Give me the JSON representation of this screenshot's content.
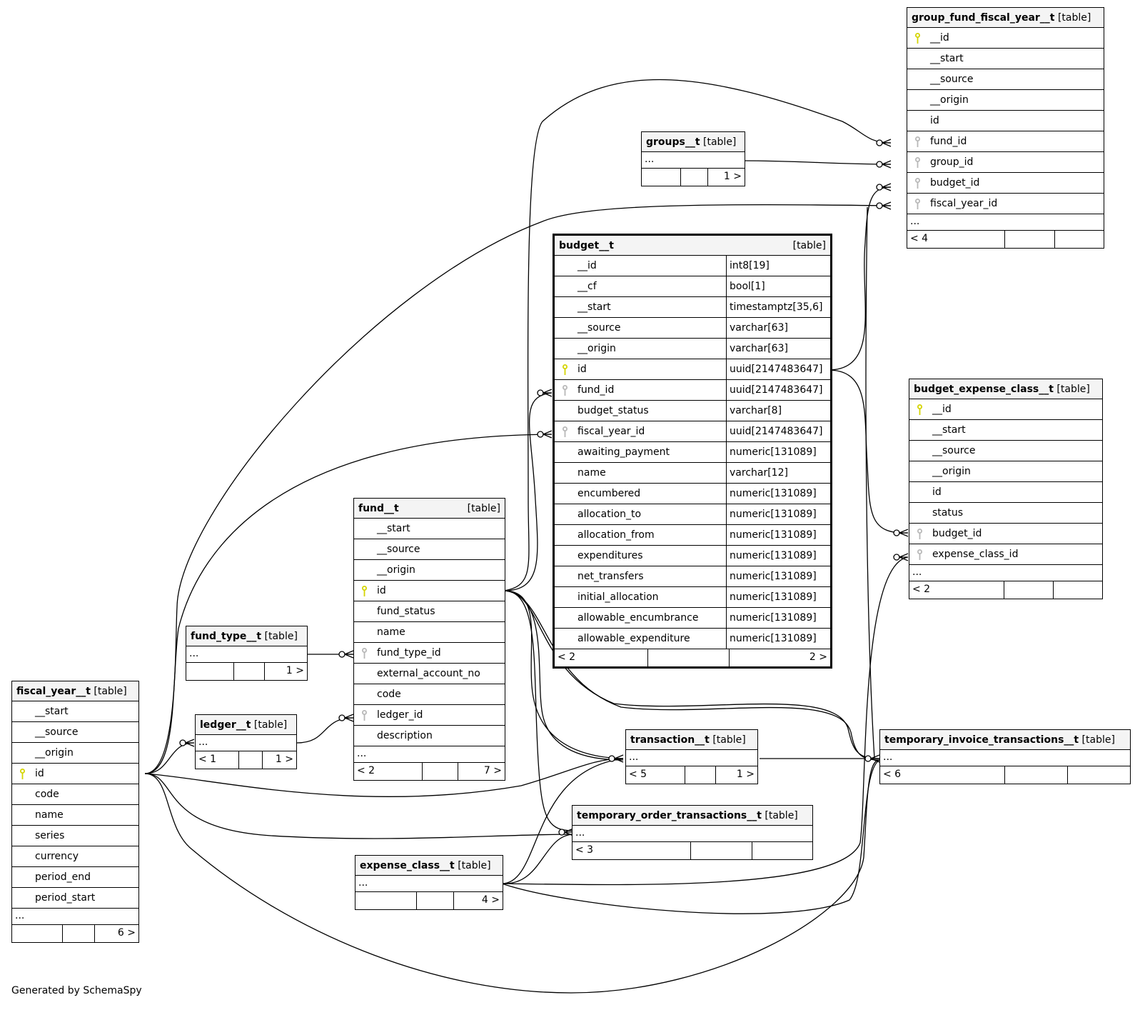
{
  "footer": "Generated by SchemaSpy",
  "table_suffix": "[table]",
  "colors": {
    "pk_key": "#d4d400",
    "fk_key": "#b8b8b8",
    "header_bg": "#f4f4f4"
  },
  "tables": {
    "group_fund_fiscal_year": {
      "name": "group_fund_fiscal_year__t",
      "columns": [
        {
          "name": "__id",
          "key": "pk"
        },
        {
          "name": "__start",
          "key": ""
        },
        {
          "name": "__source",
          "key": ""
        },
        {
          "name": "__origin",
          "key": ""
        },
        {
          "name": "id",
          "key": ""
        },
        {
          "name": "fund_id",
          "key": "fk"
        },
        {
          "name": "group_id",
          "key": "fk"
        },
        {
          "name": "budget_id",
          "key": "fk"
        },
        {
          "name": "fiscal_year_id",
          "key": "fk"
        }
      ],
      "more": "...",
      "footer": [
        "< 4",
        "",
        ""
      ]
    },
    "groups": {
      "name": "groups__t",
      "more": "...",
      "footer": [
        "",
        "",
        "1 >"
      ]
    },
    "budget": {
      "name": "budget__t",
      "columns": [
        {
          "name": "__id",
          "type": "int8[19]",
          "key": ""
        },
        {
          "name": "__cf",
          "type": "bool[1]",
          "key": ""
        },
        {
          "name": "__start",
          "type": "timestamptz[35,6]",
          "key": ""
        },
        {
          "name": "__source",
          "type": "varchar[63]",
          "key": ""
        },
        {
          "name": "__origin",
          "type": "varchar[63]",
          "key": ""
        },
        {
          "name": "id",
          "type": "uuid[2147483647]",
          "key": "pk"
        },
        {
          "name": "fund_id",
          "type": "uuid[2147483647]",
          "key": "fk"
        },
        {
          "name": "budget_status",
          "type": "varchar[8]",
          "key": ""
        },
        {
          "name": "fiscal_year_id",
          "type": "uuid[2147483647]",
          "key": "fk"
        },
        {
          "name": "awaiting_payment",
          "type": "numeric[131089]",
          "key": ""
        },
        {
          "name": "name",
          "type": "varchar[12]",
          "key": ""
        },
        {
          "name": "encumbered",
          "type": "numeric[131089]",
          "key": ""
        },
        {
          "name": "allocation_to",
          "type": "numeric[131089]",
          "key": ""
        },
        {
          "name": "allocation_from",
          "type": "numeric[131089]",
          "key": ""
        },
        {
          "name": "expenditures",
          "type": "numeric[131089]",
          "key": ""
        },
        {
          "name": "net_transfers",
          "type": "numeric[131089]",
          "key": ""
        },
        {
          "name": "initial_allocation",
          "type": "numeric[131089]",
          "key": ""
        },
        {
          "name": "allowable_encumbrance",
          "type": "numeric[131089]",
          "key": ""
        },
        {
          "name": "allowable_expenditure",
          "type": "numeric[131089]",
          "key": ""
        }
      ],
      "footer": [
        "< 2",
        "",
        "2 >"
      ]
    },
    "budget_expense_class": {
      "name": "budget_expense_class__t",
      "columns": [
        {
          "name": "__id",
          "key": "pk"
        },
        {
          "name": "__start",
          "key": ""
        },
        {
          "name": "__source",
          "key": ""
        },
        {
          "name": "__origin",
          "key": ""
        },
        {
          "name": "id",
          "key": ""
        },
        {
          "name": "status",
          "key": ""
        },
        {
          "name": "budget_id",
          "key": "fk"
        },
        {
          "name": "expense_class_id",
          "key": "fk"
        }
      ],
      "more": "...",
      "footer": [
        "< 2",
        "",
        ""
      ]
    },
    "fund": {
      "name": "fund__t",
      "columns": [
        {
          "name": "__start",
          "key": ""
        },
        {
          "name": "__source",
          "key": ""
        },
        {
          "name": "__origin",
          "key": ""
        },
        {
          "name": "id",
          "key": "pk"
        },
        {
          "name": "fund_status",
          "key": ""
        },
        {
          "name": "name",
          "key": ""
        },
        {
          "name": "fund_type_id",
          "key": "fk"
        },
        {
          "name": "external_account_no",
          "key": ""
        },
        {
          "name": "code",
          "key": ""
        },
        {
          "name": "ledger_id",
          "key": "fk"
        },
        {
          "name": "description",
          "key": ""
        }
      ],
      "more": "...",
      "footer": [
        "< 2",
        "",
        "7 >"
      ]
    },
    "fund_type": {
      "name": "fund_type__t",
      "more": "...",
      "footer": [
        "",
        "",
        "1 >"
      ]
    },
    "ledger": {
      "name": "ledger__t",
      "more": "...",
      "footer": [
        "< 1",
        "",
        "1 >"
      ]
    },
    "fiscal_year": {
      "name": "fiscal_year__t",
      "columns": [
        {
          "name": "__start",
          "key": ""
        },
        {
          "name": "__source",
          "key": ""
        },
        {
          "name": "__origin",
          "key": ""
        },
        {
          "name": "id",
          "key": "pk"
        },
        {
          "name": "code",
          "key": ""
        },
        {
          "name": "name",
          "key": ""
        },
        {
          "name": "series",
          "key": ""
        },
        {
          "name": "currency",
          "key": ""
        },
        {
          "name": "period_end",
          "key": ""
        },
        {
          "name": "period_start",
          "key": ""
        }
      ],
      "more": "...",
      "footer": [
        "",
        "",
        "6 >"
      ]
    },
    "transaction": {
      "name": "transaction__t",
      "more": "...",
      "footer": [
        "< 5",
        "",
        "1 >"
      ]
    },
    "temporary_invoice_transactions": {
      "name": "temporary_invoice_transactions__t",
      "more": "...",
      "footer": [
        "< 6",
        "",
        ""
      ]
    },
    "temporary_order_transactions": {
      "name": "temporary_order_transactions__t",
      "more": "...",
      "footer": [
        "< 3",
        "",
        ""
      ]
    },
    "expense_class": {
      "name": "expense_class__t",
      "more": "...",
      "footer": [
        "",
        "",
        "4 >"
      ]
    }
  }
}
